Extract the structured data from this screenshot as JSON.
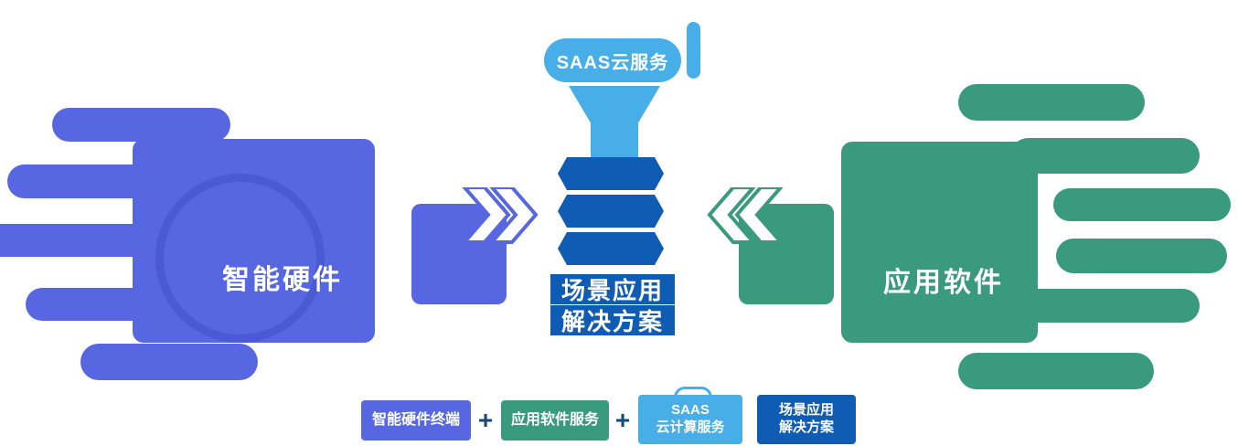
{
  "colors": {
    "blue": "#5767e1",
    "green": "#3a9a7c",
    "light_blue": "#47aee8",
    "dark_blue": "#0f5cb4"
  },
  "saas_banner": {
    "label": "SAAS云服务"
  },
  "hardware": {
    "label": "智能硬件"
  },
  "software": {
    "label": "应用软件"
  },
  "solution": {
    "line1": "场景应用",
    "line2": "解决方案"
  },
  "legend": {
    "hardware_terminal": "智能硬件终端",
    "software_service": "应用软件服务",
    "saas_line1": "SAAS",
    "saas_line2": "云计算服务",
    "solution_line1": "场景应用",
    "solution_line2": "解决方案",
    "plus": "+"
  }
}
